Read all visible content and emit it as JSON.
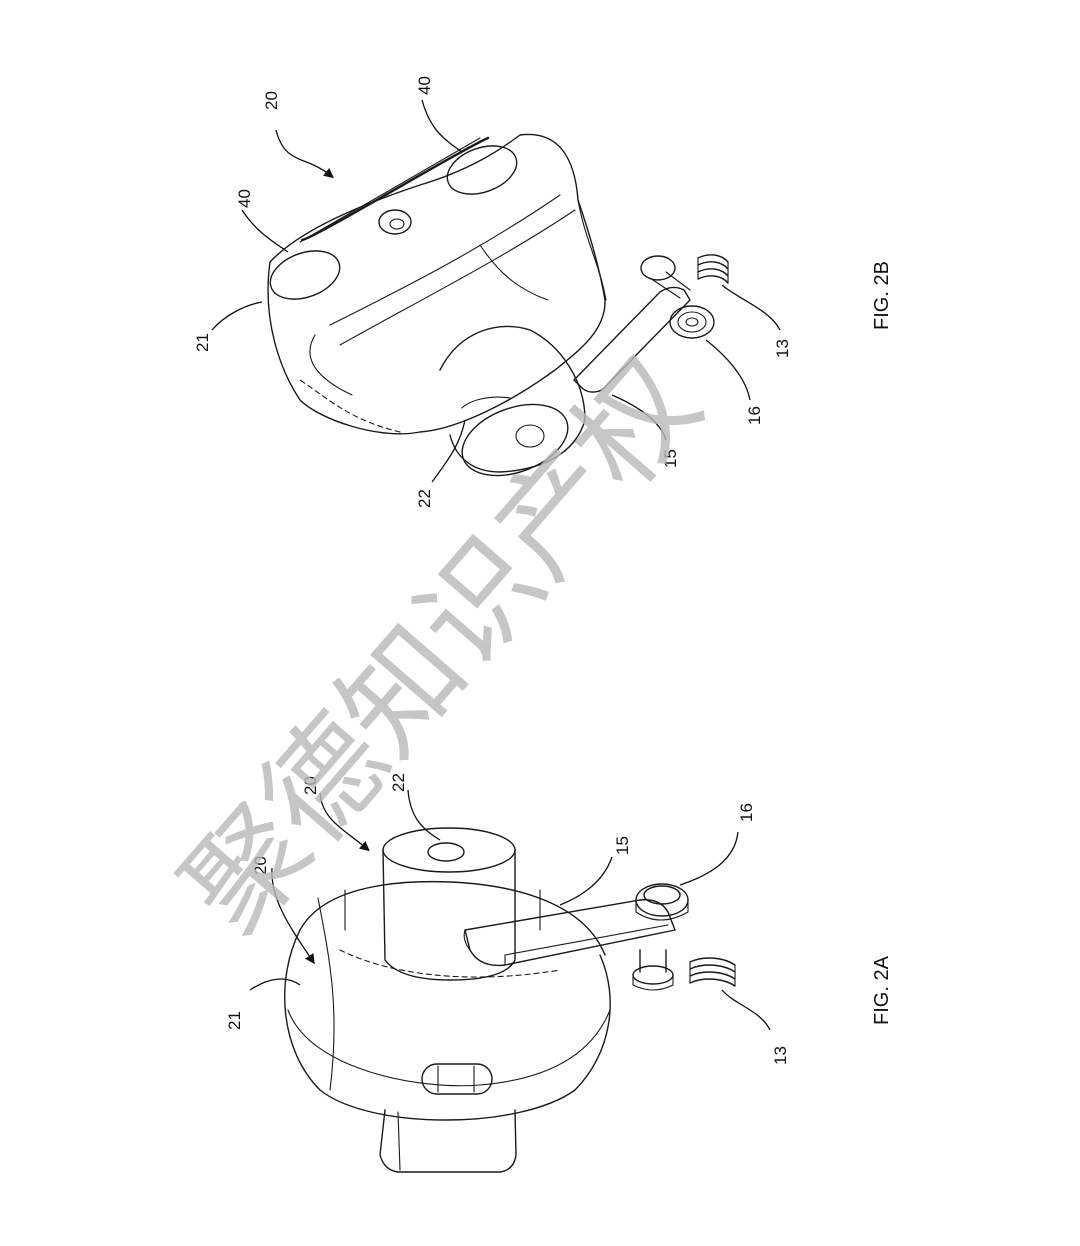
{
  "figures": [
    {
      "label": "FIG. 2A",
      "refs": [
        "20",
        "20",
        "22",
        "15",
        "16",
        "21",
        "13"
      ]
    },
    {
      "label": "FIG. 2B",
      "refs": [
        "20",
        "40",
        "40",
        "21",
        "22",
        "15",
        "16",
        "13"
      ]
    }
  ],
  "watermark": "聚德知识产权",
  "colors": {
    "line": "#1a1a1a",
    "watermark": "#b9b9b9",
    "background": "#ffffff"
  }
}
